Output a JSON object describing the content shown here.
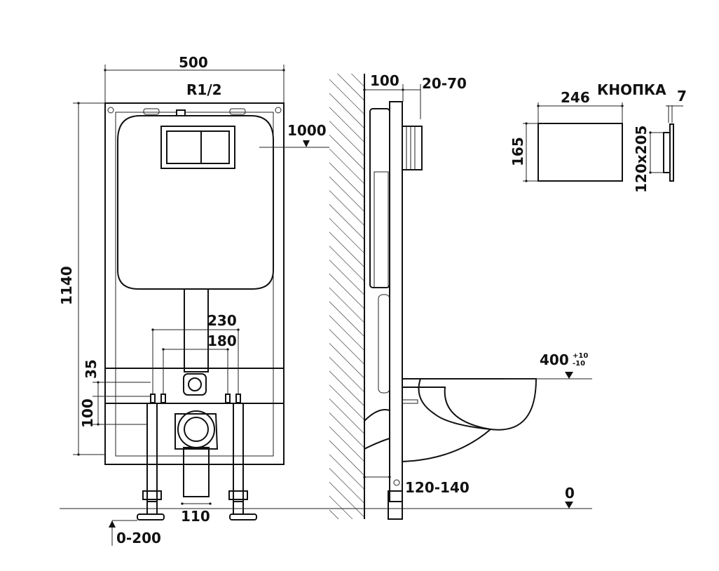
{
  "front_view": {
    "width": "500",
    "connection": "R1/2",
    "height": "1140",
    "dim_230": "230",
    "dim_180": "180",
    "dim_35": "35",
    "dim_100": "100",
    "dim_110": "110",
    "leg_adjust": "0-200"
  },
  "side_view": {
    "mark_1000": "1000",
    "depth_100": "100",
    "wall_range": "20-70",
    "bowl_height": "400",
    "tol_plus": "+10",
    "tol_minus": "-10",
    "floor_zero": "0",
    "pipe_range": "120-140"
  },
  "button": {
    "title": "КНОПКА",
    "width": "246",
    "height": "165",
    "thickness": "7",
    "cutout": "120x205"
  }
}
